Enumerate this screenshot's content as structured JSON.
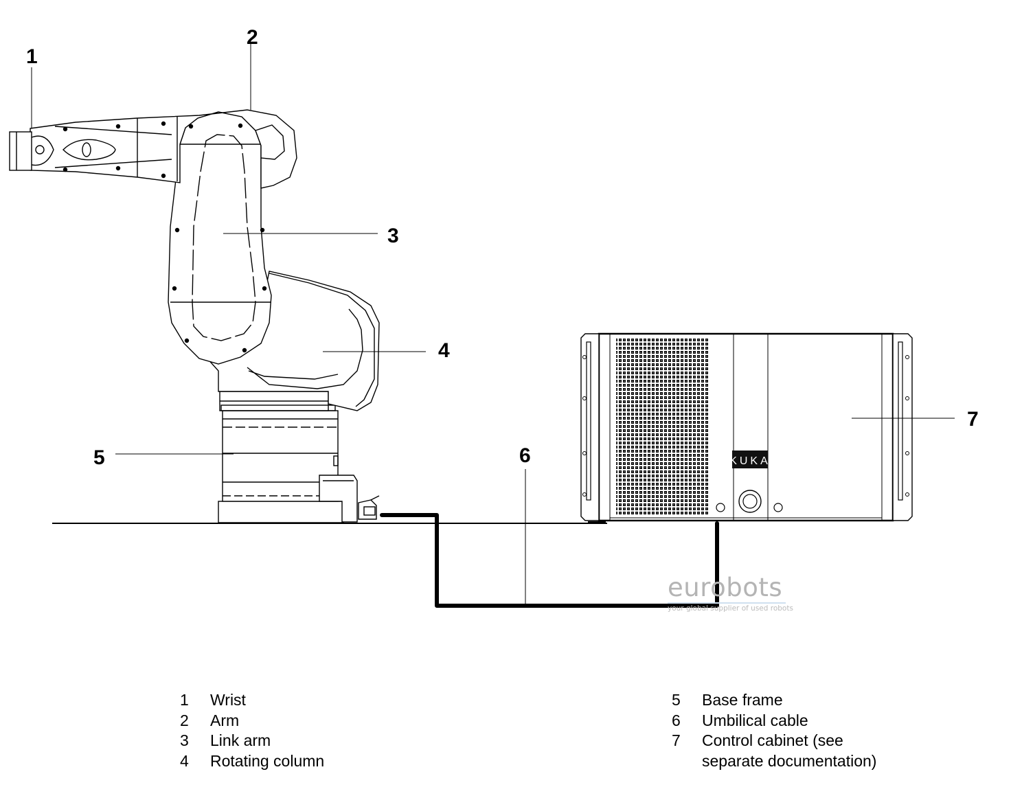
{
  "callouts": {
    "c1": "1",
    "c2": "2",
    "c3": "3",
    "c4": "4",
    "c5": "5",
    "c6": "6",
    "c7": "7"
  },
  "legend": {
    "left": [
      {
        "num": "1",
        "text": "Wrist"
      },
      {
        "num": "2",
        "text": "Arm"
      },
      {
        "num": "3",
        "text": "Link arm"
      },
      {
        "num": "4",
        "text": "Rotating column"
      }
    ],
    "right": [
      {
        "num": "5",
        "text": "Base frame"
      },
      {
        "num": "6",
        "text": "Umbilical cable"
      },
      {
        "num": "7",
        "text": "Control cabinet (see"
      },
      {
        "num": "",
        "text": "separate documentation)"
      }
    ]
  },
  "cabinet_logo": "KUKA",
  "watermark": {
    "brand": "eurobots",
    "tagline": "your global supplier of used robots"
  },
  "colors": {
    "line": "#000000",
    "watermark_text": "#b4b4b4",
    "watermark_bar": "#cfe0ef"
  }
}
